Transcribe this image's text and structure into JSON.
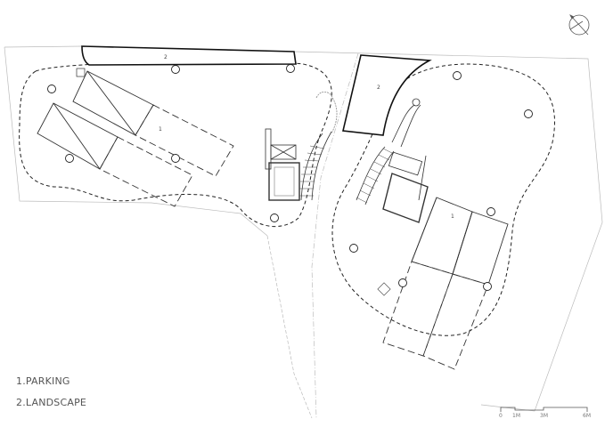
{
  "legend": [
    {
      "number": "1",
      "text": "1.PARKING"
    },
    {
      "number": "2",
      "text": "2.LANDSCAPE"
    }
  ],
  "plan_labels": {
    "parking": "1",
    "landscape": "2"
  },
  "scale_bar": {
    "ticks": [
      "0",
      "1M",
      "3M",
      "6M"
    ]
  },
  "north_arrow": {
    "icon": "north-arrow-icon"
  }
}
